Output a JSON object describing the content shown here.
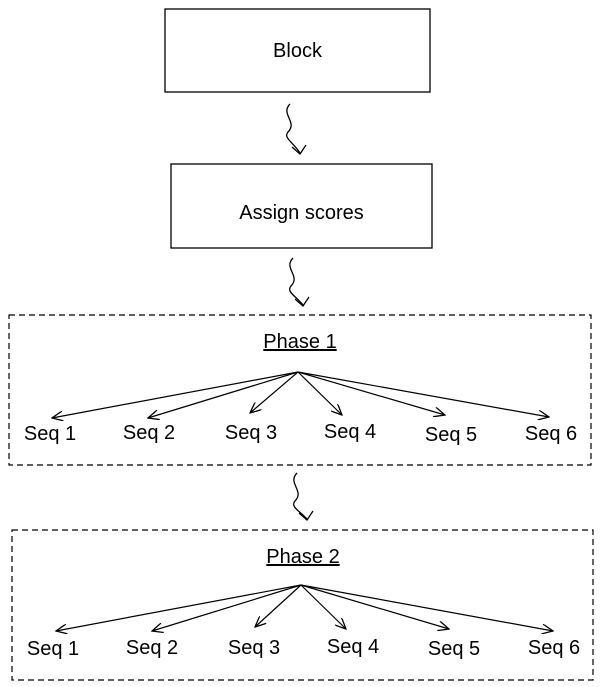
{
  "nodes": {
    "block": {
      "label": "Block"
    },
    "assign_scores": {
      "label": "Assign scores"
    }
  },
  "phases": [
    {
      "title": "Phase 1",
      "sequences": [
        "Seq 1",
        "Seq 2",
        "Seq 3",
        "Seq 4",
        "Seq 5",
        "Seq 6"
      ]
    },
    {
      "title": "Phase 2",
      "sequences": [
        "Seq 1",
        "Seq 2",
        "Seq 3",
        "Seq 4",
        "Seq 5",
        "Seq 6"
      ]
    }
  ],
  "connectors": [
    "block-to-assign-scores",
    "assign-scores-to-phase-1",
    "phase-1-to-phase-2"
  ]
}
